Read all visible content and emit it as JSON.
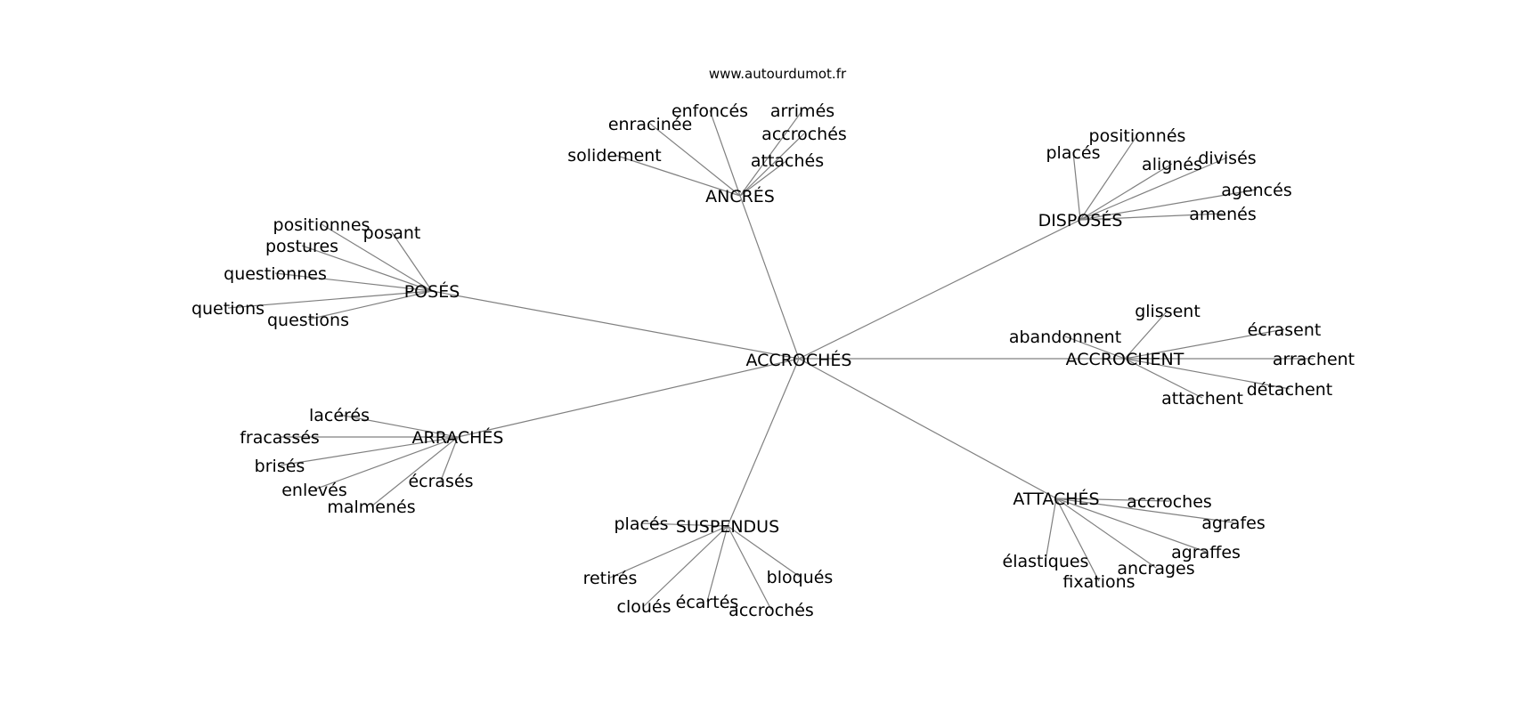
{
  "site": "www.autourdumot.fr",
  "root": "ACCROCHÉS",
  "clusters": [
    {
      "label": "ANCRÉS",
      "leaves": [
        "enfoncés",
        "arrimés",
        "enracinée",
        "accrochés",
        "solidement",
        "attachés"
      ]
    },
    {
      "label": "DISPOSÉS",
      "leaves": [
        "positionnés",
        "placés",
        "alignés",
        "divisés",
        "agencés",
        "amenés"
      ]
    },
    {
      "label": "POSÉS",
      "leaves": [
        "positionnes",
        "posant",
        "postures",
        "questionnes",
        "quetions",
        "questions"
      ]
    },
    {
      "label": "ACCROCHENT",
      "leaves": [
        "glissent",
        "abandonnent",
        "écrasent",
        "arrachent",
        "détachent",
        "attachent"
      ]
    },
    {
      "label": "ARRACHÉS",
      "leaves": [
        "lacérés",
        "fracassés",
        "brisés",
        "enlevés",
        "écrasés",
        "malmenés"
      ]
    },
    {
      "label": "ATTACHÉS",
      "leaves": [
        "accroches",
        "agrafes",
        "agraffes",
        "ancrages",
        "élastiques",
        "fixations"
      ]
    },
    {
      "label": "SUSPENDUS",
      "leaves": [
        "placés",
        "retirés",
        "bloqués",
        "cloués",
        "écartés",
        "accrochés"
      ]
    }
  ]
}
